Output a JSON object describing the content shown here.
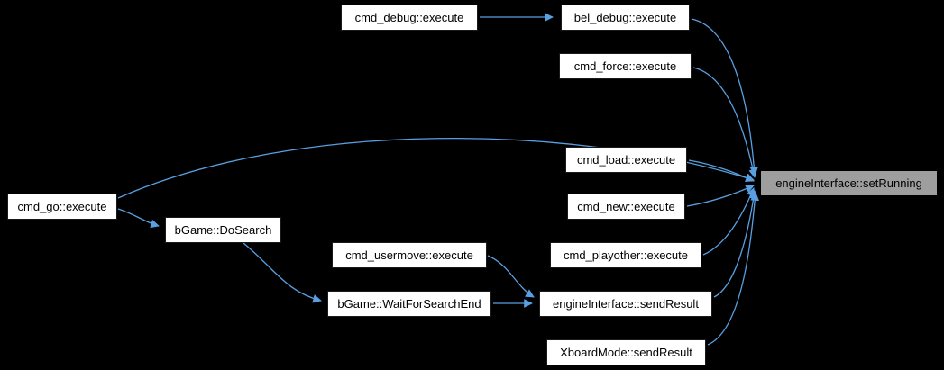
{
  "diagram": {
    "type": "call-graph",
    "background_color": "#000000",
    "edge_color": "#58a0e2",
    "node_fill": "#ffffff",
    "node_text_color": "#000000",
    "highlight_fill": "#9e9e9e",
    "nodes": [
      {
        "id": "cmd_debug_execute",
        "label": "cmd_debug::execute",
        "highlighted": false
      },
      {
        "id": "bel_debug_execute",
        "label": "bel_debug::execute",
        "highlighted": false
      },
      {
        "id": "cmd_force_execute",
        "label": "cmd_force::execute",
        "highlighted": false
      },
      {
        "id": "cmd_load_execute",
        "label": "cmd_load::execute",
        "highlighted": false
      },
      {
        "id": "cmd_new_execute",
        "label": "cmd_new::execute",
        "highlighted": false
      },
      {
        "id": "cmd_go_execute",
        "label": "cmd_go::execute",
        "highlighted": false
      },
      {
        "id": "bgame_dosearch",
        "label": "bGame::DoSearch",
        "highlighted": false
      },
      {
        "id": "cmd_usermove_execute",
        "label": "cmd_usermove::execute",
        "highlighted": false
      },
      {
        "id": "cmd_playother_execute",
        "label": "cmd_playother::execute",
        "highlighted": false
      },
      {
        "id": "bgame_waitforsearchend",
        "label": "bGame::WaitForSearchEnd",
        "highlighted": false
      },
      {
        "id": "engineinterface_sendresult",
        "label": "engineInterface::sendResult",
        "highlighted": false
      },
      {
        "id": "xboardmode_sendresult",
        "label": "XboardMode::sendResult",
        "highlighted": false
      },
      {
        "id": "engineinterface_setrunning",
        "label": "engineInterface::setRunning",
        "highlighted": true
      }
    ],
    "edges": [
      {
        "from": "cmd_debug_execute",
        "to": "bel_debug_execute"
      },
      {
        "from": "bel_debug_execute",
        "to": "engineinterface_setrunning"
      },
      {
        "from": "cmd_force_execute",
        "to": "engineinterface_setrunning"
      },
      {
        "from": "cmd_go_execute",
        "to": "engineinterface_setrunning"
      },
      {
        "from": "cmd_go_execute",
        "to": "bgame_dosearch"
      },
      {
        "from": "bgame_dosearch",
        "to": "bgame_waitforsearchend"
      },
      {
        "from": "cmd_load_execute",
        "to": "engineinterface_setrunning"
      },
      {
        "from": "cmd_new_execute",
        "to": "engineinterface_setrunning"
      },
      {
        "from": "cmd_playother_execute",
        "to": "engineinterface_setrunning"
      },
      {
        "from": "cmd_usermove_execute",
        "to": "engineinterface_sendresult"
      },
      {
        "from": "bgame_waitforsearchend",
        "to": "engineinterface_sendresult"
      },
      {
        "from": "engineinterface_sendresult",
        "to": "engineinterface_setrunning"
      },
      {
        "from": "xboardmode_sendresult",
        "to": "engineinterface_setrunning"
      }
    ]
  }
}
